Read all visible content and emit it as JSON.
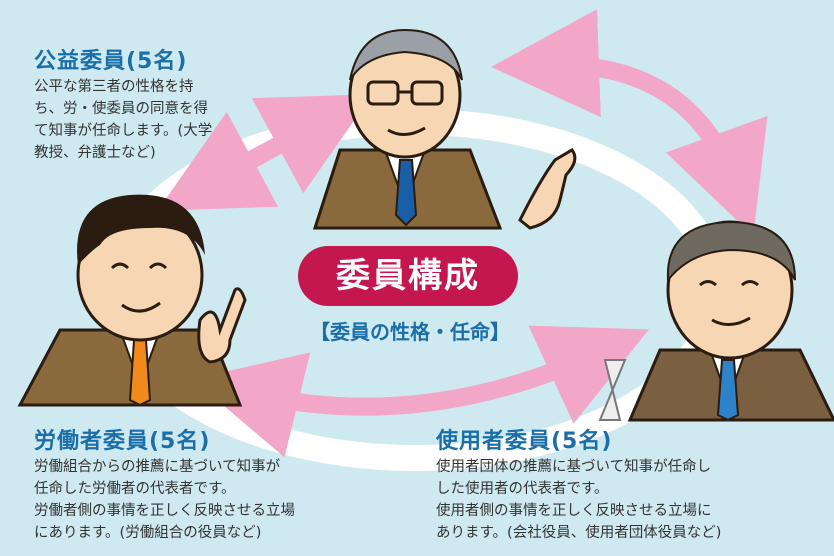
{
  "center": {
    "title": "委員構成",
    "subtitle": "【委員の性格・任命】"
  },
  "public_member": {
    "heading": "公益委員(5名)",
    "lines": [
      "公平な第三者の性格を持",
      "ち、労・使委員の同意を得",
      "て知事が任命します。(大学",
      "教授、弁護士など)"
    ]
  },
  "labor_member": {
    "heading": "労働者委員(5名)",
    "lines": [
      "労働組合からの推薦に基づいて知事が",
      "任命した労働者の代表者です。",
      "労働者側の事情を正しく反映させる立場",
      "にあります。(労働組合の役員など)"
    ]
  },
  "employer_member": {
    "heading": "使用者委員(5名)",
    "lines": [
      "使用者団体の推薦に基づいて知事が任命し",
      "した使用者の代表者です。",
      "使用者側の事情を正しく反映させる立場に",
      "あります。(会社役員、使用者団体役員など)"
    ]
  },
  "colors": {
    "background": "#cfe9f1",
    "heading": "#1a6fa8",
    "pill": "#c4174f",
    "arrow": "#f2a6c8",
    "suit": "#8a6a3c",
    "tie_public": "#1a5ea8",
    "tie_labor": "#f08a1c",
    "tie_employer": "#2e82c8"
  },
  "icons": [
    "public-member-figure-icon",
    "labor-member-figure-icon",
    "employer-member-figure-icon",
    "bidirectional-arrow-icon"
  ]
}
